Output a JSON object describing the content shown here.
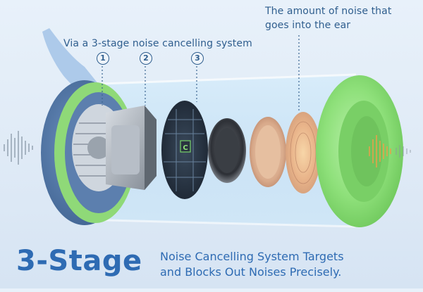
{
  "annotation_right": [
    "The amount of noise that",
    "goes into the ear"
  ],
  "annotation_left": "Via a 3-stage noise cancelling system",
  "stages": [
    "1",
    "2",
    "3"
  ],
  "headline": "3-Stage",
  "description": [
    "Noise Cancelling System Targets",
    "and Blocks Out Noises Precisely."
  ],
  "colors": {
    "accent_blue": "#2e6bb3",
    "label_blue": "#2f5e8e",
    "earpad_green": "#8ee07a",
    "headphone_blue": "#4c6f9e"
  }
}
